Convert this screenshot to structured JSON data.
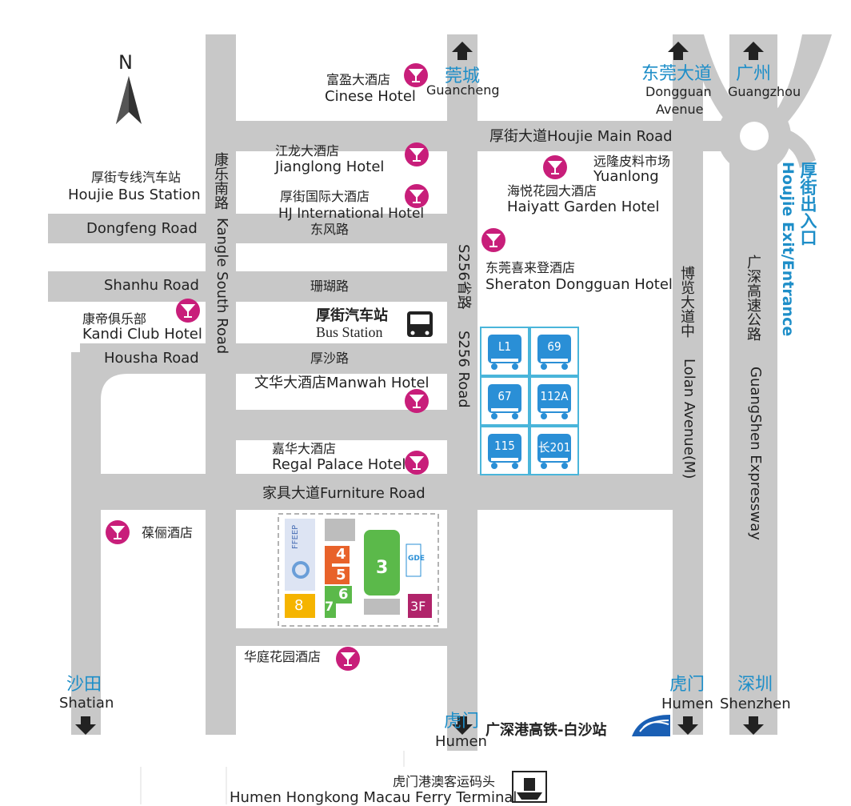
{
  "north": "N",
  "destinations": {
    "guancheng_cn": "莞城",
    "guancheng_en": "Guancheng",
    "dongguan_cn": "东莞大道",
    "dongguan_en_1": "Dongguan",
    "dongguan_en_2": "Avenue",
    "guangzhou_cn": "广州",
    "guangzhou_en": "Guangzhou",
    "shatian_cn": "沙田",
    "shatian_en": "Shatian",
    "humen_center_cn": "虎门",
    "humen_center_en": "Humen",
    "humen_right_cn": "虎门",
    "humen_right_en": "Humen",
    "shenzhen_cn": "深圳",
    "shenzhen_en": "Shenzhen",
    "exit_cn": "厚街出入口",
    "exit_en": "Houjie Exit/Entrance"
  },
  "roads": {
    "houjie_main": "厚街大道Houjie Main Road",
    "dongfeng_en": "Dongfeng Road",
    "dongfeng_cn": "东风路",
    "shanhu_en": "Shanhu Road",
    "shanhu_cn": "珊瑚路",
    "housha_en": "Housha Road",
    "housha_cn": "厚沙路",
    "furniture": "家具大道Furniture Road",
    "kangle_cn": "康乐南路",
    "kangle_en": "Kangle South Road",
    "s256_cn": "S256省路",
    "s256_en": "S256 Road",
    "bolan_cn": "博览大道中",
    "lolan_en": "Lolan Avenue(M)",
    "guangshen_cn": "广深高速公路",
    "guangshen_en": "GuangShen Expressway"
  },
  "places": {
    "cinese_cn": "富盈大酒店",
    "cinese_en": "Cinese Hotel",
    "jianglong_cn": "江龙大酒店",
    "jianglong_en": "Jianglong Hotel",
    "hj_cn": "厚街国际大酒店",
    "hj_en": "HJ International Hotel",
    "busstation_houjie_cn": "厚街专线汽车站",
    "busstation_houjie_en": "Houjie Bus Station",
    "yuanlong_cn": "远隆皮料市场",
    "yuanlong_en": "Yuanlong",
    "haiyatt_cn": "海悦花园大酒店",
    "haiyatt_en": "Haiyatt Garden Hotel",
    "sheraton_cn": "东莞喜来登酒店",
    "sheraton_en": "Sheraton Dongguan Hotel",
    "kandi_cn": "康帝俱乐部",
    "kandi_en": "Kandi Club Hotel",
    "bus_cn": "厚街汽车站",
    "bus_en": "Bus Station",
    "manwah": "文华大酒店Manwah Hotel",
    "regal_cn": "嘉华大酒店",
    "regal_en": "Regal Palace Hotel",
    "peili": "葆俪酒店",
    "huating": "华庭花园酒店",
    "railway": "广深港高铁-白沙站",
    "ferry_cn": "虎门港澳客运码头",
    "ferry_en": "Humen Hongkong Macau Ferry Terminal"
  },
  "bus_routes": [
    "L1",
    "69",
    "67",
    "112A",
    "115",
    "长201"
  ],
  "venue": {
    "hall_8": "8",
    "hall_7": "7",
    "hall_6": "6",
    "hall_5": "5",
    "hall_4": "4",
    "hall_3": "3",
    "hall_3f": "3F",
    "ffeep": "FFEEP",
    "gde": "GDE"
  },
  "colors": {
    "road": "#c8c8c8",
    "hotel_pin": "#c81e7a",
    "blue_label": "#1e8ec8",
    "bus_blue": "#2a8fd6",
    "hall_orange": "#e8622a",
    "hall_green": "#5bb94a",
    "hall_yellow": "#f5b400",
    "hall_magenta": "#b0246a"
  }
}
